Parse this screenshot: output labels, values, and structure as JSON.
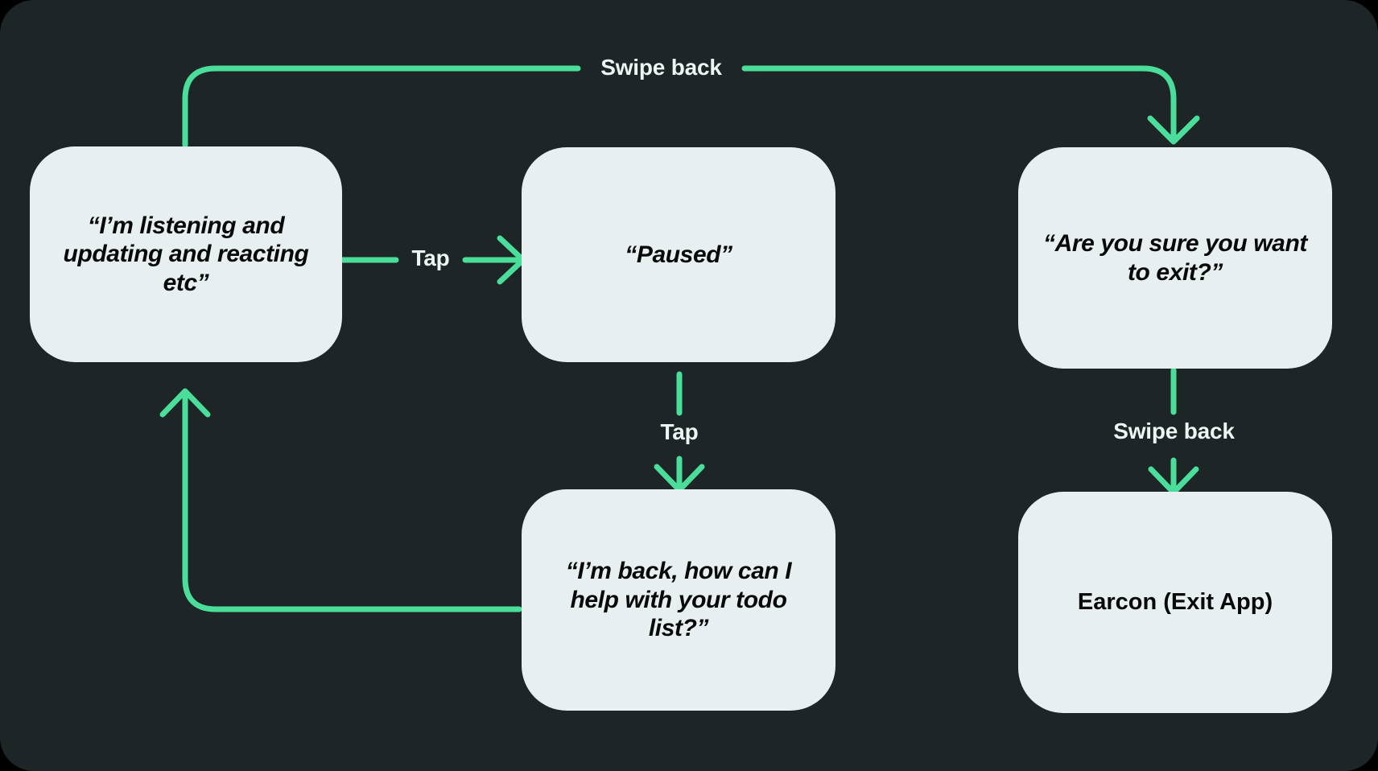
{
  "canvas": {
    "background_color": "#1d2526",
    "accent_color": "#4ade9a",
    "node_fill_color": "#e8eff0",
    "node_text_color": "#08090a",
    "edge_label_color": "#eef3f4"
  },
  "nodes": [
    {
      "id": "listening",
      "label": "“I’m listening and updating and reacting etc”",
      "style": "quote"
    },
    {
      "id": "paused",
      "label": "“Paused”",
      "style": "quote"
    },
    {
      "id": "confirm-exit",
      "label": "“Are you sure you want to exit?”",
      "style": "quote"
    },
    {
      "id": "im-back",
      "label": "“I’m back, how can I help with your todo list?”",
      "style": "quote"
    },
    {
      "id": "earcon",
      "label": "Earcon (Exit App)",
      "style": "plain"
    }
  ],
  "edges": [
    {
      "id": "listening-to-confirm",
      "label": "Swipe back",
      "from": "listening",
      "to": "confirm-exit"
    },
    {
      "id": "listening-to-paused",
      "label": "Tap",
      "from": "listening",
      "to": "paused"
    },
    {
      "id": "paused-to-imback",
      "label": "Tap",
      "from": "paused",
      "to": "im-back"
    },
    {
      "id": "imback-to-listening",
      "label": "",
      "from": "im-back",
      "to": "listening"
    },
    {
      "id": "confirm-to-earcon",
      "label": "Swipe back",
      "from": "confirm-exit",
      "to": "earcon"
    }
  ]
}
